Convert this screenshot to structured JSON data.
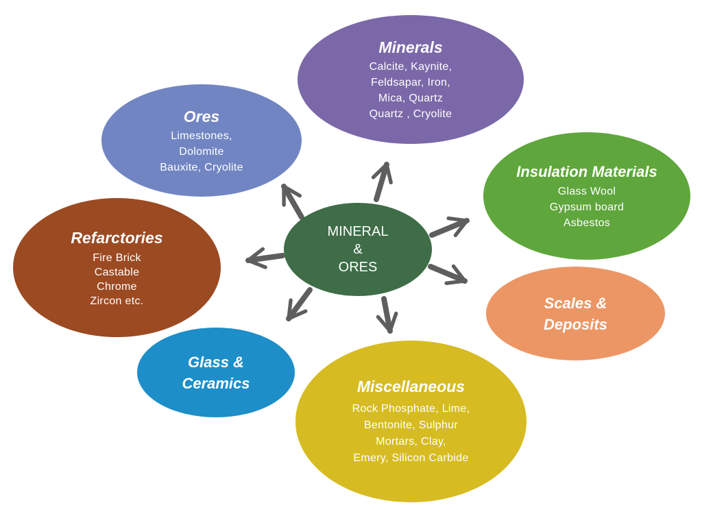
{
  "colors": {
    "arrow": "#5e5e5e",
    "center": "#3e6d47",
    "minerals": "#7b68a8",
    "ores": "#7185c3",
    "insulation": "#5fa63c",
    "refractories": "#9b4a22",
    "scales": "#ec9665",
    "glass": "#1d8ec8",
    "misc": "#d6bc22"
  },
  "center": {
    "lines": [
      "MINERAL",
      "&",
      "ORES"
    ]
  },
  "minerals": {
    "title": "Minerals",
    "lines": [
      "Calcite, Kaynite,",
      "Feldsapar, Iron,",
      "Mica, Quartz",
      "Quartz , Cryolite"
    ]
  },
  "ores": {
    "title": "Ores",
    "lines": [
      "Limestones,",
      "Dolomite",
      "Bauxite, Cryolite"
    ]
  },
  "insulation": {
    "title": "Insulation Materials",
    "lines": [
      "Glass Wool",
      "Gypsum board",
      "Asbestos"
    ]
  },
  "refractories": {
    "title": "Refarctories",
    "lines": [
      "Fire Brick",
      "Castable",
      "Chrome",
      "Zircon etc."
    ]
  },
  "scales": {
    "title_lines": [
      "Scales &",
      "Deposits"
    ]
  },
  "glass": {
    "title_lines": [
      "Glass &",
      "Ceramics"
    ]
  },
  "misc": {
    "title": "Miscellaneous",
    "lines": [
      "Rock Phosphate, Lime,",
      "Bentonite, Sulphur",
      "Mortars, Clay,",
      "Emery, Silicon Carbide"
    ]
  }
}
